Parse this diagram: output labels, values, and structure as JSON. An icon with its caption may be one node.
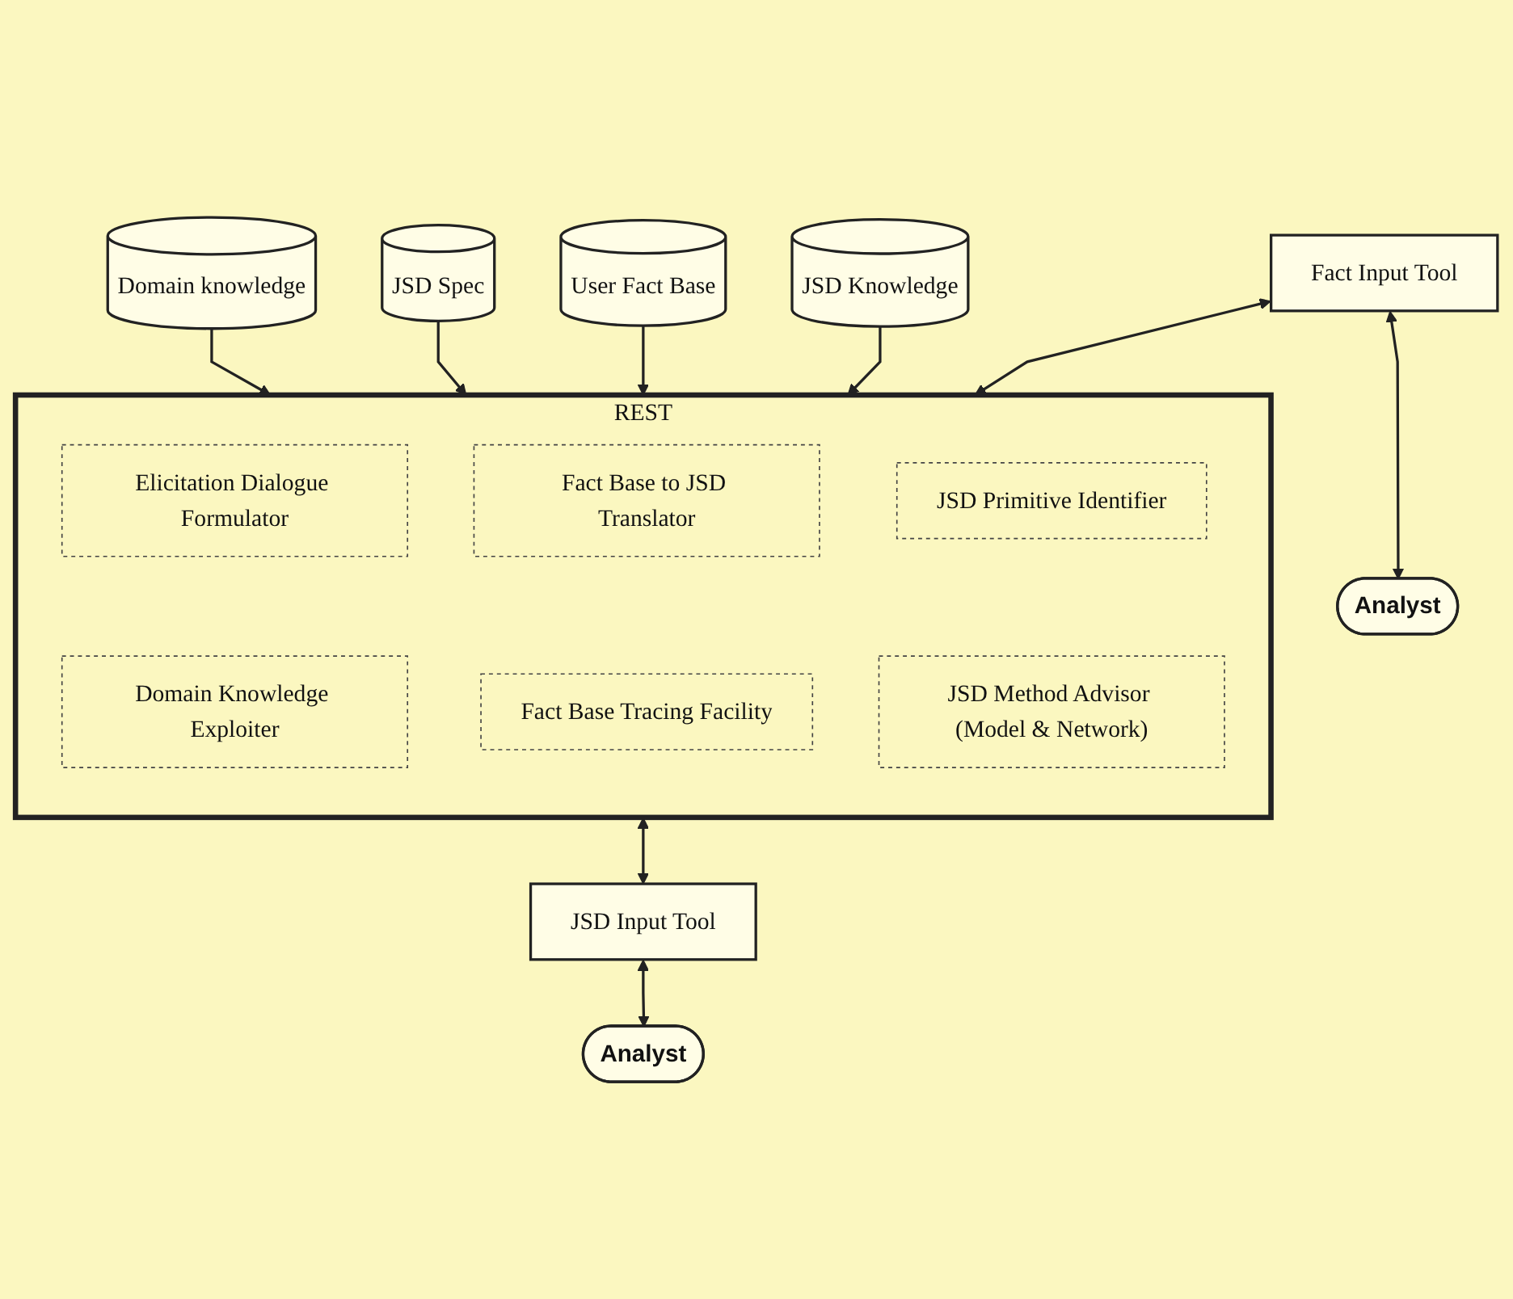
{
  "diagram": {
    "nodes": [
      {
        "text": [
          "Fact Input Tool"
        ]
      },
      {
        "text": [
          "Analyst"
        ]
      },
      {
        "text": [
          "JSD Knowledge"
        ]
      },
      {
        "text": [
          "REST"
        ]
      },
      {
        "text": [
          "Elicitation Dialogue Formulator"
        ],
        "in": 3
      },
      {
        "text": [
          "Fact Base to JSD Translator"
        ],
        "in": 3
      },
      {
        "text": [
          "JSD Primitive Identifier"
        ],
        "in": 3
      },
      {
        "text": [
          "User Fact Base"
        ]
      },
      {
        "text": [
          "JSD Spec"
        ]
      },
      {
        "text": [
          "Domain Knowledge Exploiter"
        ],
        "in": 3
      },
      {
        "text": [
          "Fact Base Tracing Facility"
        ],
        "in": 3
      },
      {
        "text": [
          "JSD Method Advisor (Model & Network)"
        ],
        "in": 3
      },
      {
        "text": [
          "Analyst"
        ]
      },
      {
        "text": [
          "Domain knowledge"
        ]
      },
      {
        "text": [
          "JSD Input Tool"
        ]
      }
    ],
    "edges": [
      {
        "from": 0,
        "to": 1,
        "arrow": "both"
      },
      {
        "from": 0,
        "to": 3,
        "arrow": "both"
      },
      {
        "from": 2,
        "to": 3,
        "arrow": "to"
      },
      {
        "from": 7,
        "to": 3,
        "arrow": "to"
      },
      {
        "from": 8,
        "to": 3,
        "arrow": "to"
      },
      {
        "from": 13,
        "to": 3,
        "arrow": "to"
      },
      {
        "from": 3,
        "to": 14,
        "arrow": "both"
      },
      {
        "from": 14,
        "to": 12,
        "arrow": "both"
      }
    ]
  }
}
